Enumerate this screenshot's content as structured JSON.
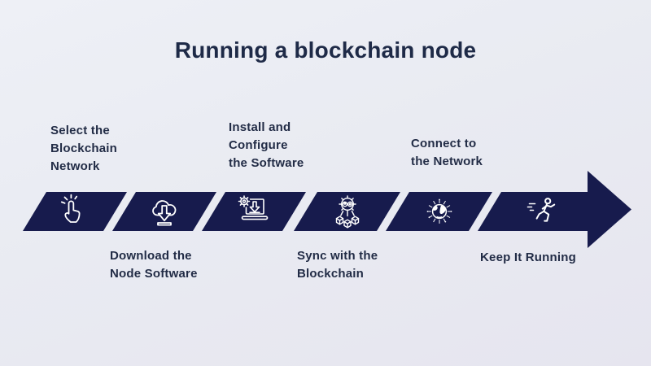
{
  "title": "Running a blockchain node",
  "colors": {
    "arrow_navy": "#171b4d",
    "title_text": "#1e2a47",
    "label_text": "#222c46",
    "icon_stroke": "#ffffff",
    "background_start": "#eef0f6",
    "background_end": "#e6e5ef"
  },
  "steps": [
    {
      "id": 1,
      "icon": "click-hand-icon",
      "label_position": "above",
      "label_lines": [
        "Select the",
        "Blockchain",
        "Network"
      ]
    },
    {
      "id": 2,
      "icon": "cloud-download-icon",
      "label_position": "below",
      "label_lines": [
        "Download the",
        "Node Software"
      ]
    },
    {
      "id": 3,
      "icon": "laptop-install-icon",
      "label_position": "above",
      "label_lines": [
        "Install and",
        "Configure",
        "the Software"
      ]
    },
    {
      "id": 4,
      "icon": "gear-blocks-icon",
      "label_position": "below",
      "label_lines": [
        "Sync with the",
        "Blockchain"
      ]
    },
    {
      "id": 5,
      "icon": "globe-network-icon",
      "label_position": "above",
      "label_lines": [
        "Connect to",
        "the Network"
      ]
    },
    {
      "id": 6,
      "icon": "runner-icon",
      "label_position": "below",
      "label_lines": [
        "Keep It Running"
      ]
    }
  ]
}
